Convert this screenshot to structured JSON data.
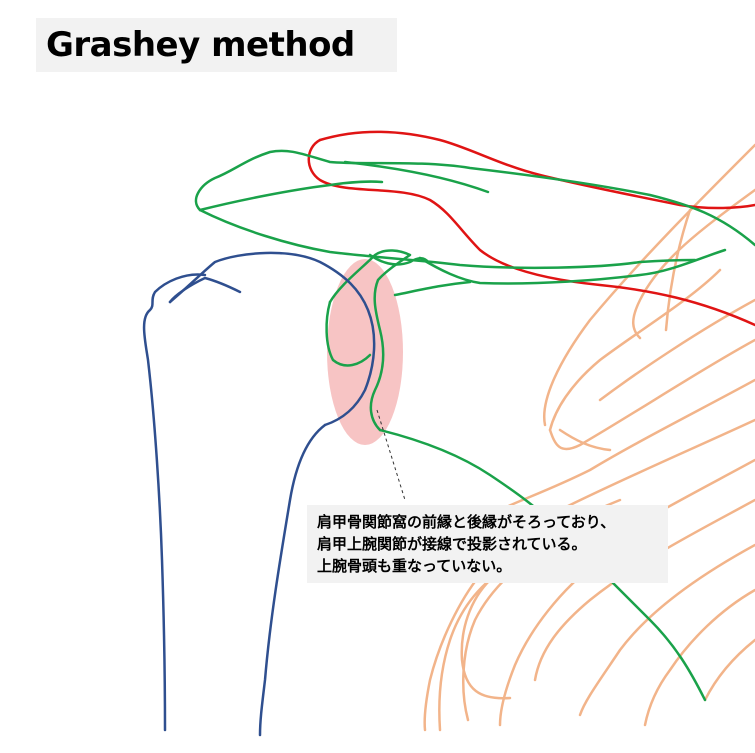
{
  "title": "Grashey method",
  "note": {
    "lines": [
      "肩甲骨関節窩の前縁と後縁がそろっており、",
      "肩甲上腕関節が接線で投影されている。",
      "上腕骨頭も重なっていない。"
    ]
  },
  "colors": {
    "humerus": "#2f4f8f",
    "scapula": "#1aa24a",
    "clavicle": "#e01414",
    "ribs": "#f2b48a",
    "highlight": "#f7c4c4",
    "panel": "#f2f2f2"
  }
}
